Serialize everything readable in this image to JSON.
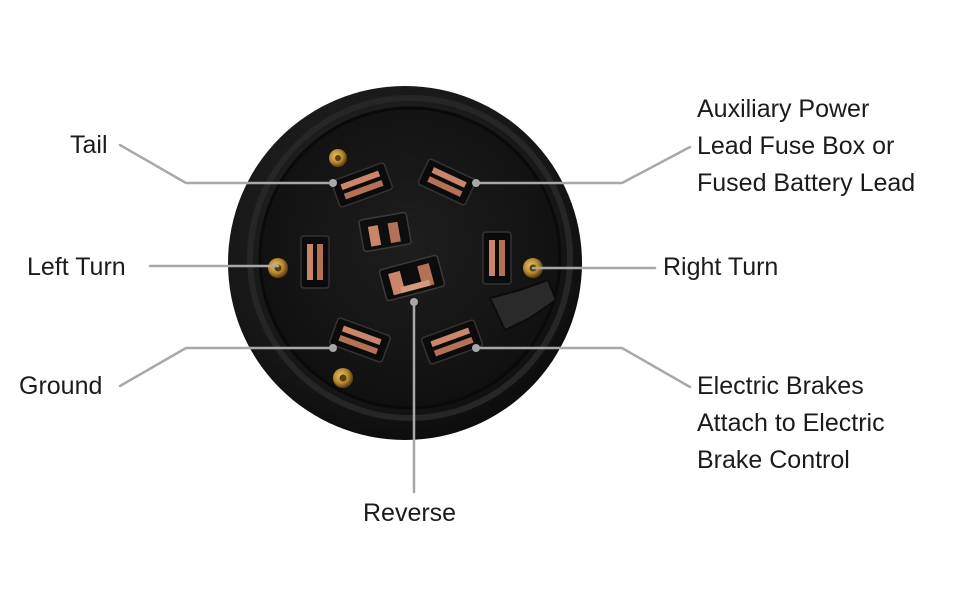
{
  "labels": {
    "tail": "Tail",
    "left_turn": "Left Turn",
    "ground": "Ground",
    "reverse": "Reverse",
    "aux_line1": "Auxiliary Power",
    "aux_line2": "Lead Fuse Box or",
    "aux_line3": "Fused Battery Lead",
    "right_turn": "Right Turn",
    "brakes_line1": "Electric Brakes",
    "brakes_line2": "Attach to Electric",
    "brakes_line3": "Brake Control"
  },
  "colors": {
    "connector_body": "#1c1c1c",
    "connector_face": "#141414",
    "terminal_copper": "#c9866a",
    "screw_brass": "#b8892f",
    "leader_line": "#a8a8a8",
    "text": "#1b1b1b"
  }
}
